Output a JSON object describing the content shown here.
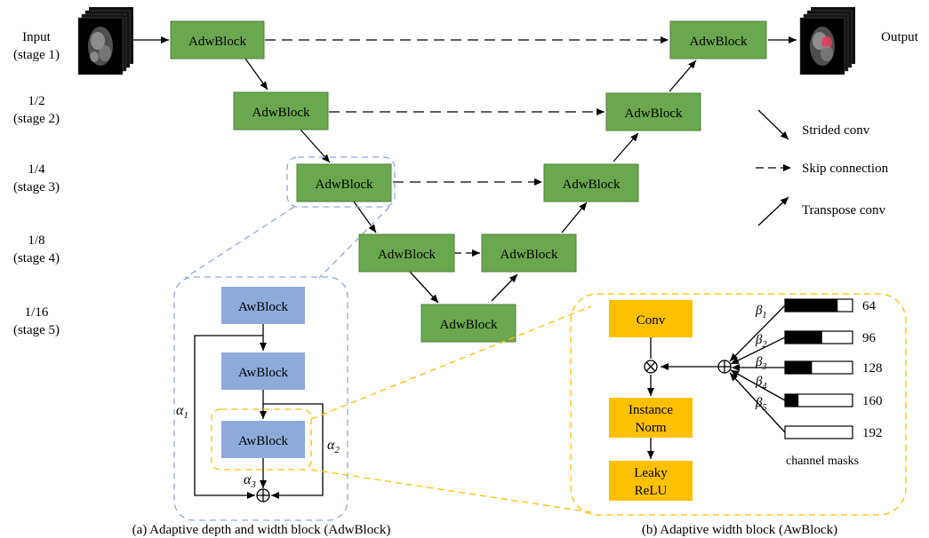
{
  "stage_labels": [
    {
      "line1": "Input",
      "line2": "(stage 1)"
    },
    {
      "line1": "1/2",
      "line2": "(stage 2)"
    },
    {
      "line1": "1/4",
      "line2": "(stage 3)"
    },
    {
      "line1": "1/8",
      "line2": "(stage 4)"
    },
    {
      "line1": "1/16",
      "line2": "(stage 5)"
    }
  ],
  "output_label": "Output",
  "adw_block_label": "AdwBlock",
  "aw_block_label": "AwBlock",
  "legend": {
    "strided": "Strided conv",
    "skip": "Skip connection",
    "transpose": "Transpose conv"
  },
  "panel_a": {
    "caption": "(a) Adaptive depth and width block (AdwBlock)",
    "alpha1": "α",
    "alpha1_sub": "1",
    "alpha2": "α",
    "alpha2_sub": "2",
    "alpha3": "α",
    "alpha3_sub": "3"
  },
  "panel_b": {
    "caption": "(b) Adaptive width block (AwBlock)",
    "conv": "Conv",
    "norm_line1": "Instance",
    "norm_line2": "Norm",
    "relu_line1": "Leaky",
    "relu_line2": "ReLU",
    "masks_label": "channel masks",
    "mask_values": [
      "64",
      "96",
      "128",
      "160",
      "192"
    ],
    "mask_fill": [
      0.78,
      0.55,
      0.4,
      0.2,
      0.0
    ],
    "betas": [
      {
        "sym": "β",
        "sub": "1"
      },
      {
        "sym": "β",
        "sub": "2"
      },
      {
        "sym": "β",
        "sub": "3"
      },
      {
        "sym": "β",
        "sub": "4"
      },
      {
        "sym": "β",
        "sub": "5"
      }
    ]
  },
  "colors": {
    "green": "#6aa84f",
    "green_border": "#4f7f3a",
    "blue_block": "#8eaadb",
    "orange": "#ffc000",
    "blue_dash": "#8eaadb",
    "orange_dash": "#ffc000"
  }
}
